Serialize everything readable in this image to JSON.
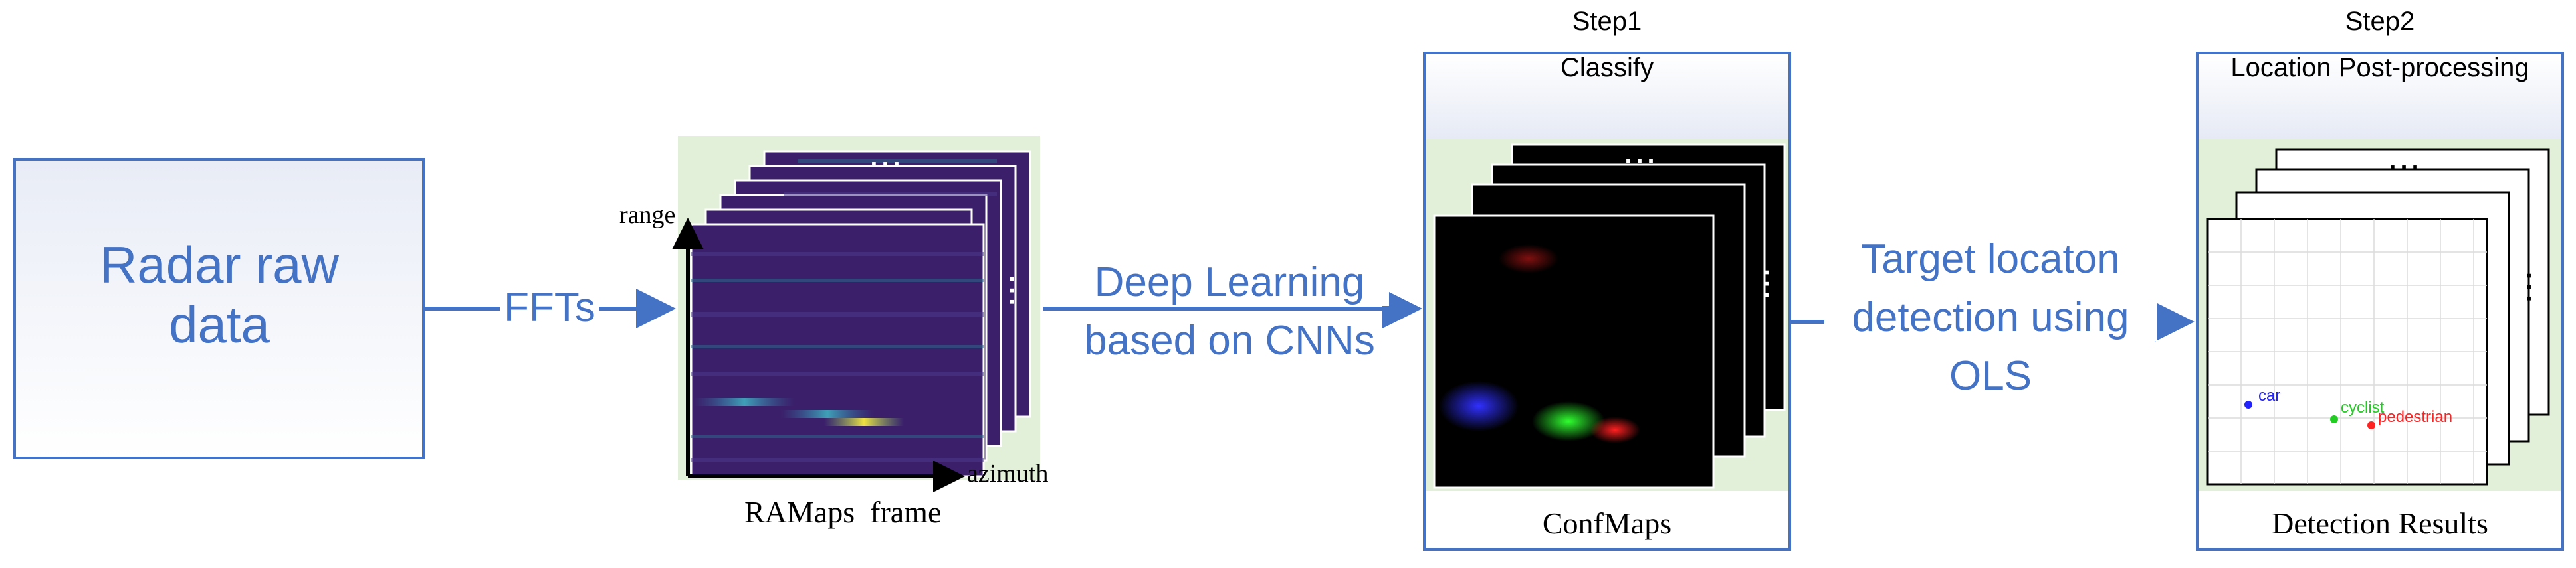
{
  "input_box": {
    "label": "Radar raw data"
  },
  "arrows": {
    "fft_label": "FFTs",
    "deep_learning_label_line1": "Deep Learning",
    "deep_learning_label_line2": "based on CNNs",
    "target_label_line1": "Target locaton",
    "target_label_line2": "detection using",
    "target_label_line3": "OLS"
  },
  "ramaps": {
    "caption": "RAMaps  frame",
    "y_axis_label": "range",
    "x_axis_label": "azimuth",
    "ellipsis": "..."
  },
  "step1": {
    "step": "Step1",
    "title": "Classify",
    "caption": "ConfMaps",
    "ellipsis": "..."
  },
  "step2": {
    "step": "Step2",
    "title": "Location Post-processing",
    "caption": "Detection Results",
    "ellipsis": "...",
    "detections": [
      {
        "label": "car",
        "color": "#2222ff"
      },
      {
        "label": "cyclist",
        "color": "#22cc22"
      },
      {
        "label": "pedestrian",
        "color": "#ff2222"
      }
    ]
  },
  "colors": {
    "accent": "#4472c4",
    "panel_green": "#e2f0d9",
    "ramap_fill": "#3b1f6b",
    "confmap_fill": "#000000"
  }
}
